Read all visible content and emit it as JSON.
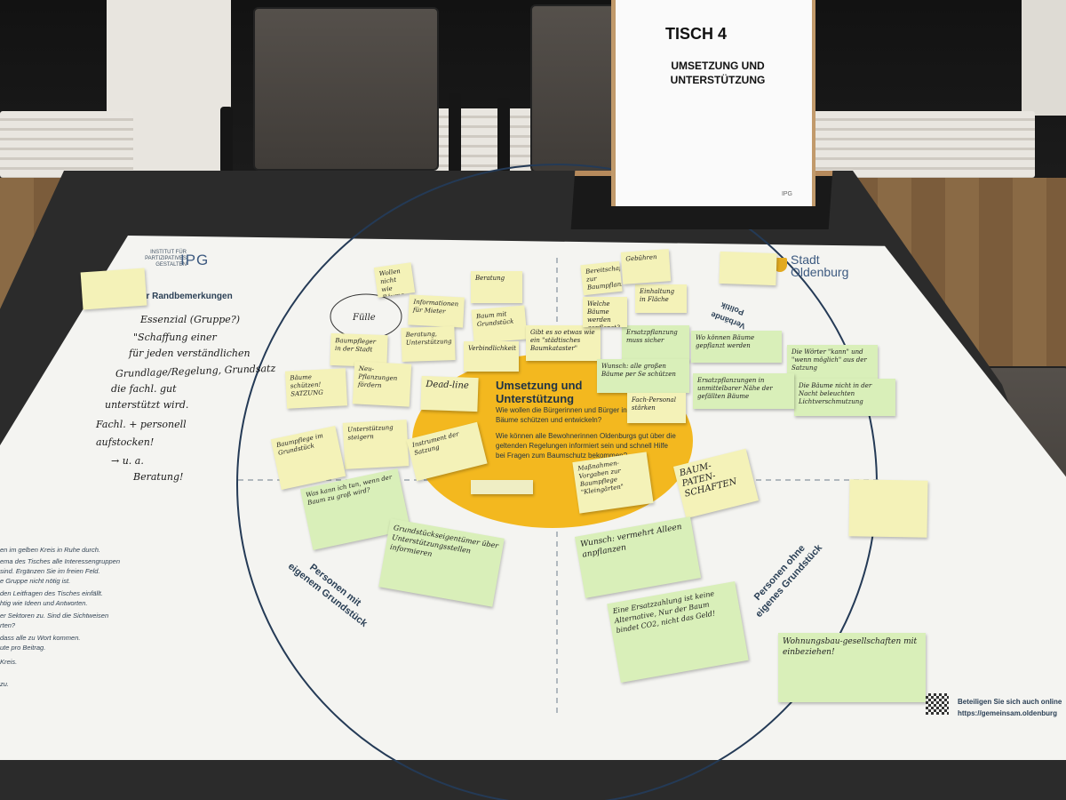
{
  "sign": {
    "title": "TISCH 4",
    "subtitle": "UMSETZUNG UND UNTERSTÜTZUNG",
    "logo": "IPG"
  },
  "poster": {
    "org_small": "INSTITUT FÜR PARTIZIPATIVES GESTALTEN",
    "org": "IPG",
    "city": "Stadt Oldenburg",
    "margin_heading": "für Randbemerkungen",
    "center_title": "Umsetzung und Unterstützung",
    "center_question_1": "Wie wollen die Bürgerinnen und Bürger in Oldenburg ihre Bäume schützen und entwickeln?",
    "center_question_2": "Wie können alle Bewohnerinnen Oldenburgs gut über die geltenden Regelungen informiert sein und schnell Hilfe bei Fragen zum Baumschutz bekommen?",
    "sector_bottom_left": "Personen mit eigenem Grundstück",
    "sector_bottom_right": "Personen ohne eigenes Grundstück",
    "sector_top_right": "Verbände Politik",
    "instructions": [
      "en im gelben Kreis in Ruhe durch.",
      "ema des Tisches alle Interessengruppen",
      "sind. Ergänzen Sie im freien Feld.",
      "e Gruppe nicht nötig ist.",
      "den Leitfragen des Tisches einfällt.",
      "htig wie Ideen und Antworten.",
      "er Sektoren zu. Sind die Sichtweisen",
      "rten?",
      "dass alle zu Wort kommen.",
      "ute pro Beitrag.",
      "Kreis.",
      "zu."
    ],
    "cta_line1": "Beteiligen Sie sich auch online",
    "cta_line2": "https://gemeinsam.oldenburg"
  },
  "handwriting": {
    "l1": "Essenzial (Gruppe?)",
    "l2": "\"Schaffung einer",
    "l3": "für jeden verständlichen",
    "l4": "Grundlage/Regelung, Grundsatz",
    "l5": "die fachl. gut",
    "l6": "unterstützt wird.",
    "l7": "Fachl. + personell",
    "l8": "aufstocken!",
    "l9": "→ u. a.",
    "l10": "Beratung!"
  },
  "notes": {
    "n1": "Wollen nicht wie Bäume",
    "n2": "Informationen für Mieter",
    "n3": "Beratung",
    "n4": "Baumpfleger in der Stadt",
    "n5": "Beratung, Unterstützung",
    "n6": "Bäume schützen! SATZUNG",
    "n7": "Neu-Pflanzungen fördern",
    "n8": "Dead-line",
    "n9": "Baum mit Grundstück",
    "n10": "Verbindlichkeit",
    "n11": "Gibt es so etwas wie ein \"städtisches Baumkataster\"",
    "n12": "Ersatzpflanzung muss sicher",
    "n13": "Wunsch: alle großen Bäume per Se schützen",
    "n14": "Fach-Personal stärken",
    "n15": "Unterstützung steigern",
    "n16": "Baumpflege im Grundstück",
    "n17": "Was kann ich tun, wenn der Baum zu groß wird?",
    "n18": "Instrument der Satzung",
    "n19": "Grundstückseigentümer über Unterstützungsstellen informieren",
    "n20": "Bereitschaft zur Baumpflanzung",
    "n21": "Welche Bäume werden gepflanzt?",
    "n22": "Einhaltung in Fläche",
    "n23": "Gebühren",
    "n24": "Wo können Bäume gepflanzt werden",
    "n25": "Die Wörter \"kann\" und \"wenn möglich\" aus der Satzung",
    "n26": "Die Bäume nicht in der Nacht beleuchten Lichtverschmutzung",
    "n27": "Ersatzpflanzungen in unmittelbarer Nähe der gefällten Bäume",
    "n28": "Maßnahmen-Vorgaben zur Baumpflege \"Kleingärten\"",
    "n29": "BAUM-PATEN-SCHAFTEN",
    "n30": "Wunsch: vermehrt Alleen anpflanzen",
    "n31": "Eine Ersatzzahlung ist keine Alternative, Nur der Baum bindet CO2, nicht das Geld!",
    "n32": "Wohnungsbau-gesellschaften mit einbeziehen!"
  }
}
